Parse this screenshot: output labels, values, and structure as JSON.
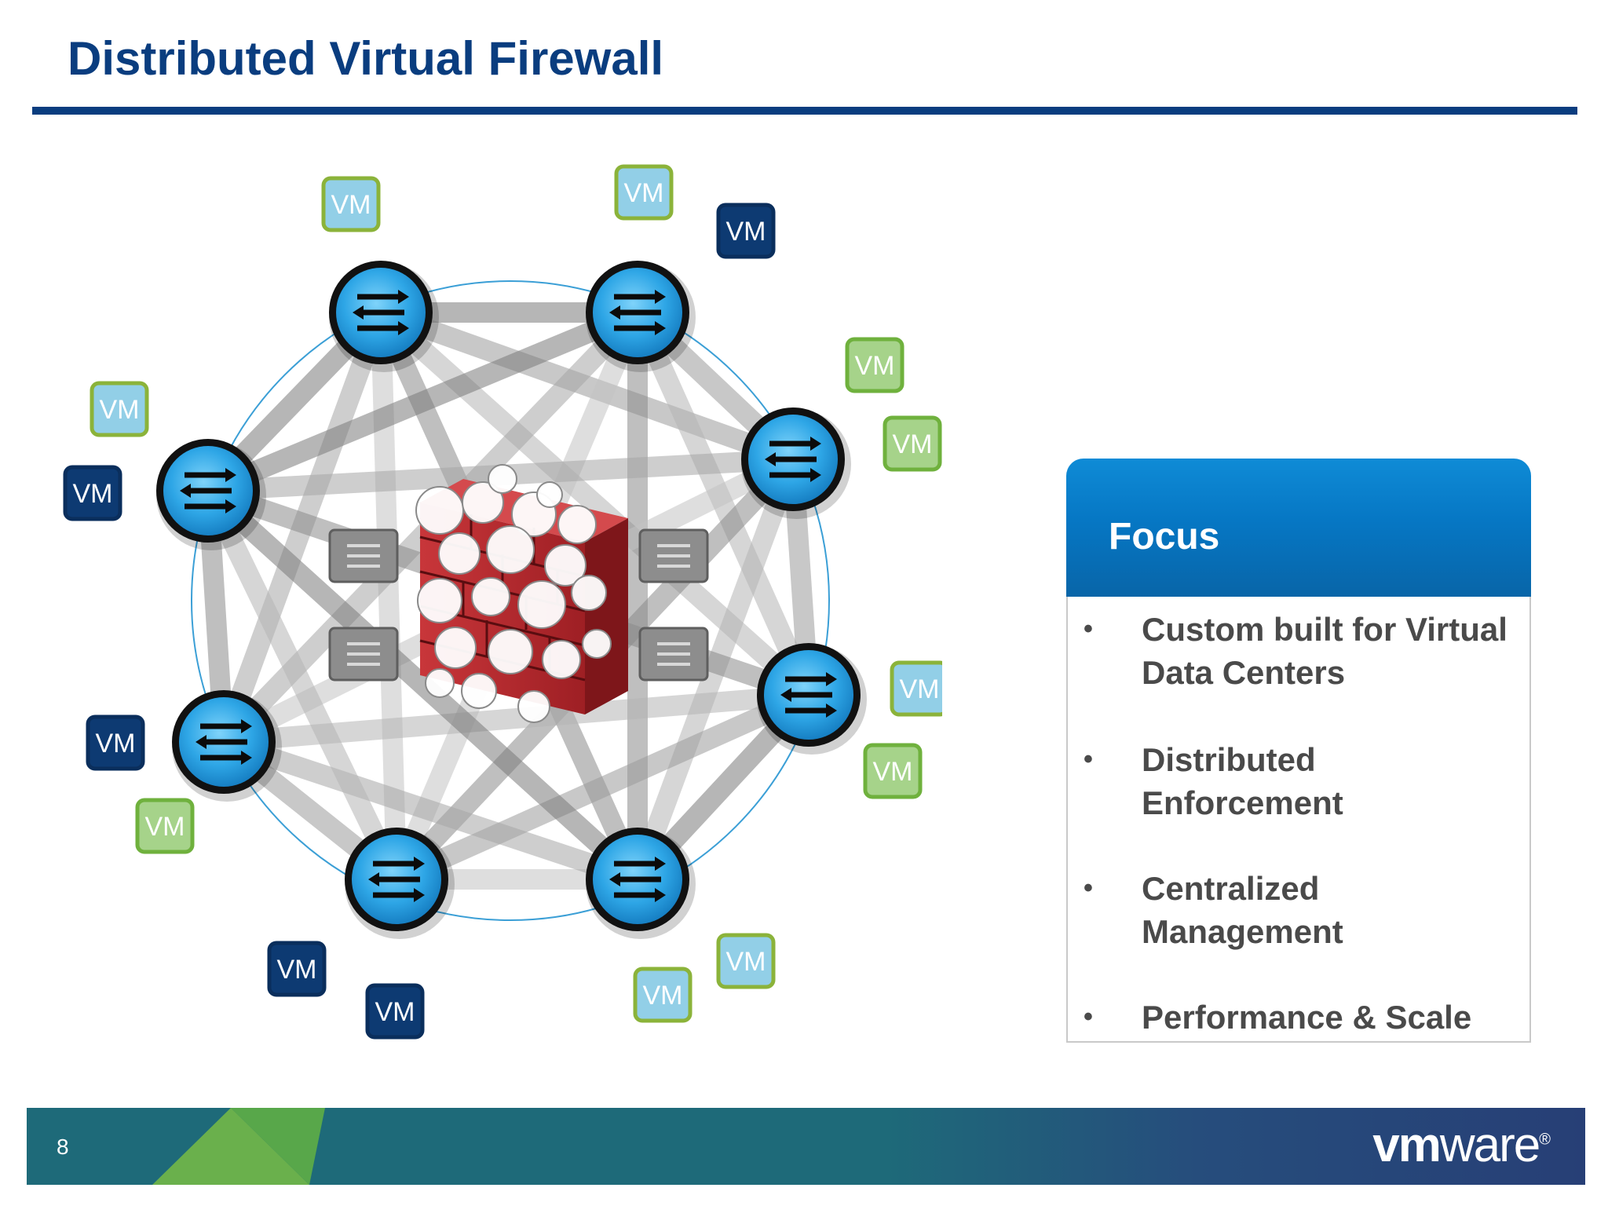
{
  "slide": {
    "title": "Distributed Virtual Firewall",
    "page_number": "8",
    "brand": {
      "strong": "vm",
      "light": "ware",
      "mark": "®"
    }
  },
  "colors": {
    "title_blue": "#0a3d7f",
    "hypervisor_blue": "#2aa8e8",
    "vm_light_fill": "#92cfe7",
    "vm_light_border": "#8bb33a",
    "vm_green_fill": "#a6d38a",
    "vm_green_border": "#6fb13d",
    "vm_dark_fill": "#0d3a72",
    "firewall_red": "#b42a2e",
    "panel_blue": "#0677c4"
  },
  "diagram": {
    "vm_text": "VM",
    "hypervisor_icon": "switch-arrows-icon",
    "center_icon": "firewall-brick-icon",
    "hypervisors": [
      "hv-1",
      "hv-2",
      "hv-3",
      "hv-4",
      "hv-5",
      "hv-6",
      "hv-7",
      "hv-8"
    ],
    "vms": [
      {
        "style": "light"
      },
      {
        "style": "light"
      },
      {
        "style": "dark"
      },
      {
        "style": "green"
      },
      {
        "style": "green"
      },
      {
        "style": "light"
      },
      {
        "style": "dark"
      },
      {
        "style": "light"
      },
      {
        "style": "green"
      },
      {
        "style": "dark"
      },
      {
        "style": "green"
      },
      {
        "style": "light"
      },
      {
        "style": "light"
      },
      {
        "style": "dark"
      },
      {
        "style": "dark"
      }
    ]
  },
  "focus_panel": {
    "title": "Focus",
    "bullets": [
      "Custom built for Virtual Data Centers",
      "Distributed Enforcement",
      "Centralized Management",
      "Performance & Scale"
    ]
  }
}
